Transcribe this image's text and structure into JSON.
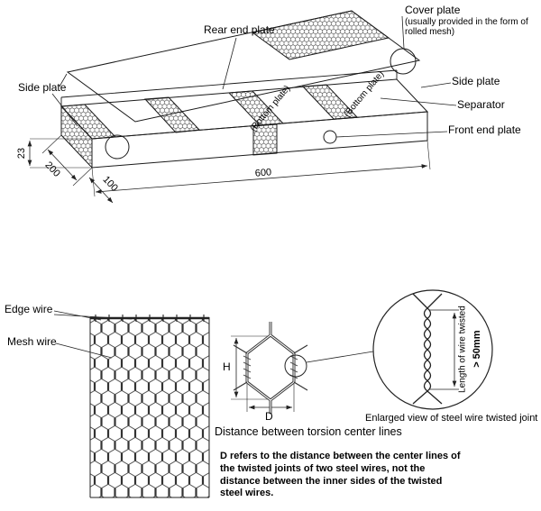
{
  "page": {
    "background": "#ffffff",
    "line_color": "#1a1a1a"
  },
  "gabion_box": {
    "labels": {
      "cover_plate": "Cover plate",
      "cover_plate_note": "(usually provided in the form of rolled mesh)",
      "rear_end_plate": "Rear end plate",
      "side_plate_left": "Side plate",
      "side_plate_right": "Side plate",
      "separator": "Separator",
      "front_end_plate": "Front end plate",
      "bottom_plate_a": "(Bottom plate)",
      "bottom_plate_b": "(Bottom plate)"
    },
    "dimensions": {
      "height": "23",
      "width": "200",
      "length": "600",
      "spacing": "100"
    }
  },
  "mesh_detail": {
    "edge_wire": "Edge wire",
    "mesh_wire": "Mesh wire"
  },
  "hexagon_detail": {
    "dim_height": "H",
    "dim_distance": "D",
    "caption": "Distance between torsion center lines"
  },
  "twist_detail": {
    "length_label": "Length of wire twisted",
    "min_length": "> 50mm",
    "caption": "Enlarged view of steel wire twisted joint"
  },
  "note": "D refers to the distance between the center lines of the twisted joints of two steel wires, not the distance between the inner sides of the twisted steel wires."
}
